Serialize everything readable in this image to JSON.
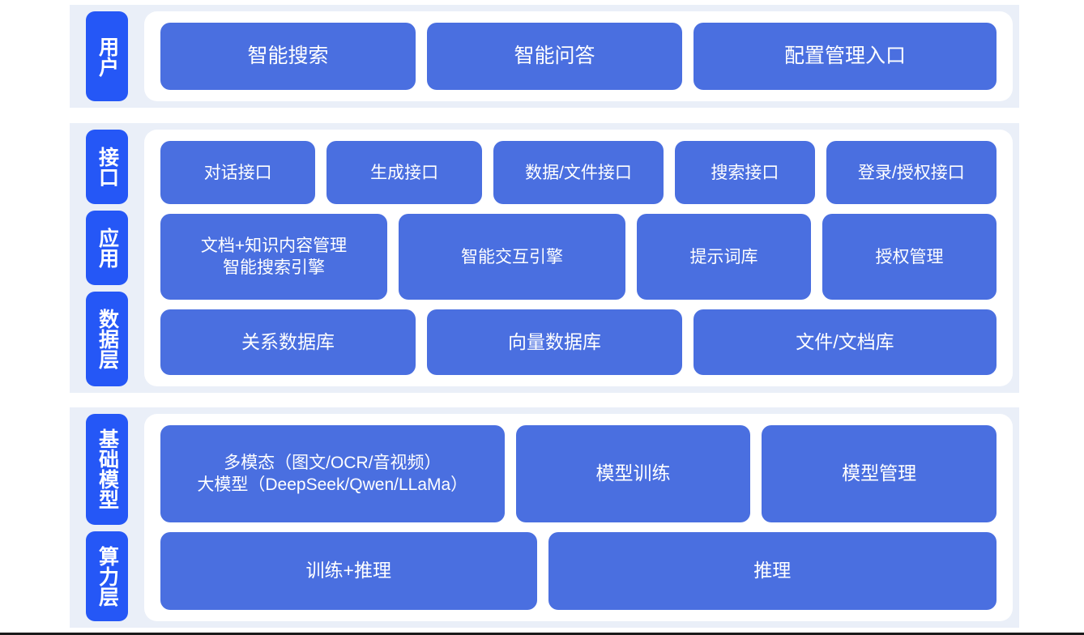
{
  "colors": {
    "band_background": "#eaeff8",
    "panel_background": "#ffffff",
    "side_label_blue": "#2557f6",
    "node_blue": "#4a6fe0",
    "node_text": "#ffffff"
  },
  "layers": [
    {
      "id": "user",
      "side_labels": [
        "用户"
      ],
      "rows": [
        {
          "id": "user-entries",
          "nodes": [
            {
              "label": "智能搜索"
            },
            {
              "label": "智能问答"
            },
            {
              "label": "配置管理入口"
            }
          ]
        }
      ]
    },
    {
      "id": "middle",
      "side_labels": [
        "接口",
        "应用",
        "数据层"
      ],
      "rows": [
        {
          "id": "interface",
          "nodes": [
            {
              "label": "对话接口"
            },
            {
              "label": "生成接口"
            },
            {
              "label": "数据/文件接口"
            },
            {
              "label": "搜索接口"
            },
            {
              "label": "登录/授权接口"
            }
          ]
        },
        {
          "id": "application",
          "nodes": [
            {
              "label": "文档+知识内容管理\n智能搜索引擎"
            },
            {
              "label": "智能交互引擎"
            },
            {
              "label": "提示词库"
            },
            {
              "label": "授权管理"
            }
          ]
        },
        {
          "id": "data",
          "nodes": [
            {
              "label": "关系数据库"
            },
            {
              "label": "向量数据库"
            },
            {
              "label": "文件/文档库"
            }
          ]
        }
      ]
    },
    {
      "id": "bottom",
      "side_labels": [
        "基础模型",
        "算力层"
      ],
      "rows": [
        {
          "id": "foundation-model",
          "nodes": [
            {
              "label": "多模态（图文/OCR/音视频）\n大模型（DeepSeek/Qwen/LLaMa）"
            },
            {
              "label": "模型训练"
            },
            {
              "label": "模型管理"
            }
          ]
        },
        {
          "id": "compute",
          "nodes": [
            {
              "label": "训练+推理"
            },
            {
              "label": "推理"
            }
          ]
        }
      ]
    }
  ]
}
